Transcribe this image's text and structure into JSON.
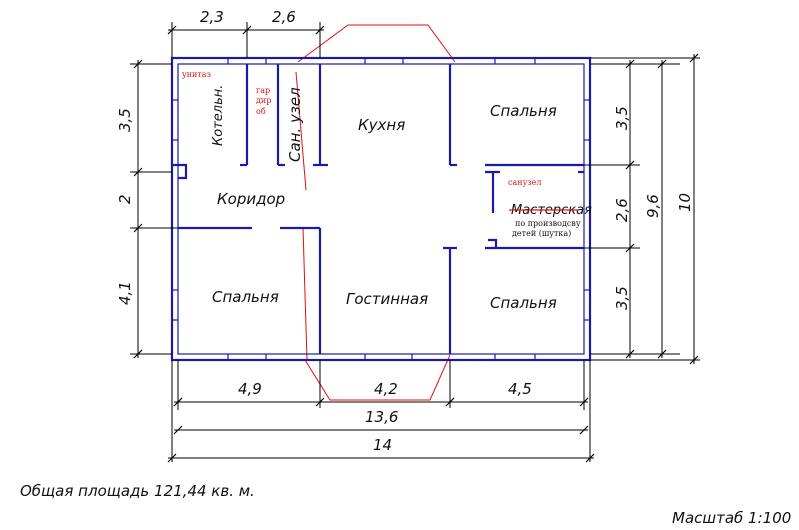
{
  "plan": {
    "rooms": {
      "kotel": "Котельн.",
      "sanuzel_top": "Сан. узел",
      "kuhnya": "Кухня",
      "spalnya_tr": "Спальня",
      "koridor": "Коридор",
      "spalnya_bl": "Спальня",
      "gostinnaya": "Гостинная",
      "spalnya_br": "Спальня",
      "masterskaya": "Мастерская"
    },
    "notes": {
      "unitaz": "унитаз",
      "gar": "гар",
      "dir": "дир",
      "ob": "об",
      "sanuzel": "санузел",
      "joke1": "по производсву",
      "joke2": "детей (шутка)"
    },
    "dims": {
      "top1": "2,3",
      "top2": "2,6",
      "left1": "3,5",
      "left2": "2",
      "left3": "4,1",
      "right1": "3,5",
      "right2": "2,6",
      "right3": "3,5",
      "right_mid": "9,6",
      "right_total": "10",
      "bot1": "4,9",
      "bot2": "4,2",
      "bot3": "4,5",
      "bot_mid": "13,6",
      "bot_total": "14"
    },
    "footer": {
      "area": "Общая площадь 121,44 кв. м.",
      "scale": "Масштаб 1:100"
    }
  }
}
